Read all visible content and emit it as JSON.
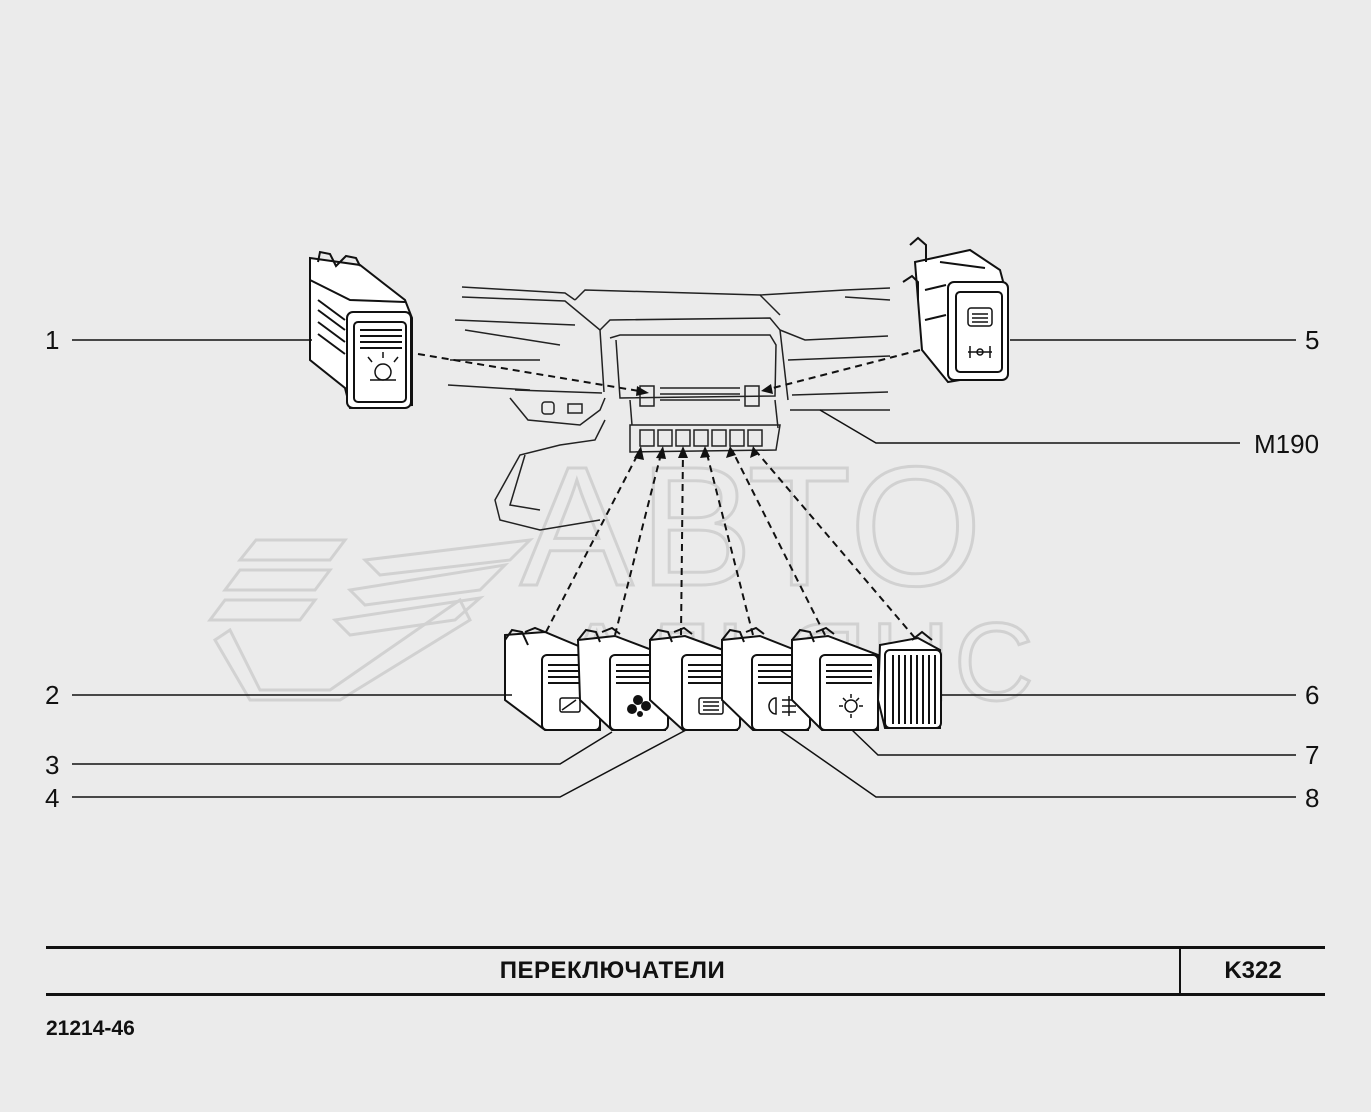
{
  "title": "ПЕРЕКЛЮЧАТЕЛИ",
  "code": "K322",
  "model": "21214-46",
  "callouts": [
    "1",
    "2",
    "3",
    "4",
    "5",
    "6",
    "7",
    "8",
    "M190"
  ],
  "watermark": {
    "line1": "АВТО",
    "line2": "АЛЬЯНС"
  },
  "switch_symbols": [
    "light-icon",
    "wiper-icon",
    "fan-icon",
    "rear-defrost-icon",
    "fog-light-icon",
    "hazard-icon",
    "blank-icon",
    "rear-window-icon"
  ]
}
